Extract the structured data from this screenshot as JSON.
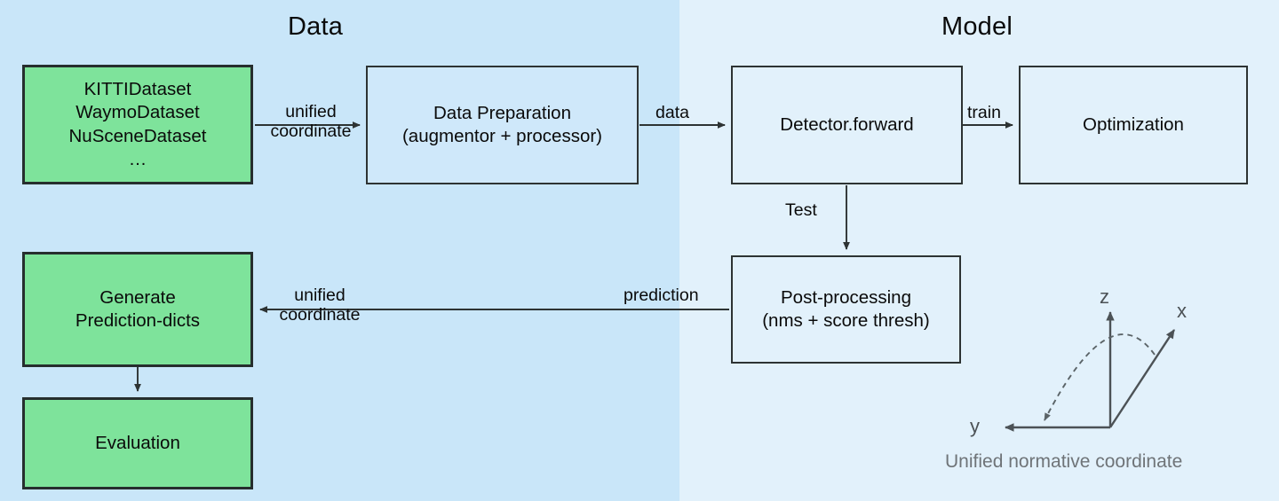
{
  "sections": [
    {
      "id": "data",
      "label": "Data"
    },
    {
      "id": "model",
      "label": "Model"
    }
  ],
  "colors": {
    "panel_data_bg": "#c9e6f9",
    "panel_model_bg": "#e2f1fb",
    "dataset_node_fill": "#7ee39b",
    "process_node_fill": "#cfe8fa",
    "node_border": "#232b2b",
    "arrow": "#2d3333",
    "axis": "#4c5256",
    "caption": "#6f7478"
  },
  "nodes": {
    "datasets": {
      "label": "KITTIDataset\nWaymoDataset\nNuSceneDataset\n…"
    },
    "data_preparation": {
      "label": "Data Preparation\n(augmentor + processor)"
    },
    "detector_forward": {
      "label": "Detector.forward"
    },
    "optimization": {
      "label": "Optimization"
    },
    "post_processing": {
      "label": "Post-processing\n(nms + score thresh)"
    },
    "generate_preds": {
      "label": "Generate\nPrediction-dicts"
    },
    "evaluation": {
      "label": "Evaluation"
    }
  },
  "edge_labels": {
    "unified_coordinate_top": {
      "line1": "unified",
      "line2": "coordinate"
    },
    "data": {
      "text": "data"
    },
    "train": {
      "text": "train"
    },
    "test": {
      "text": "Test"
    },
    "prediction": {
      "text": "prediction"
    },
    "unified_coordinate_bottom": {
      "line1": "unified",
      "line2": "coordinate"
    }
  },
  "coordinate_widget": {
    "axis_z": "z",
    "axis_x": "x",
    "axis_y": "y",
    "caption": "Unified normative coordinate"
  }
}
